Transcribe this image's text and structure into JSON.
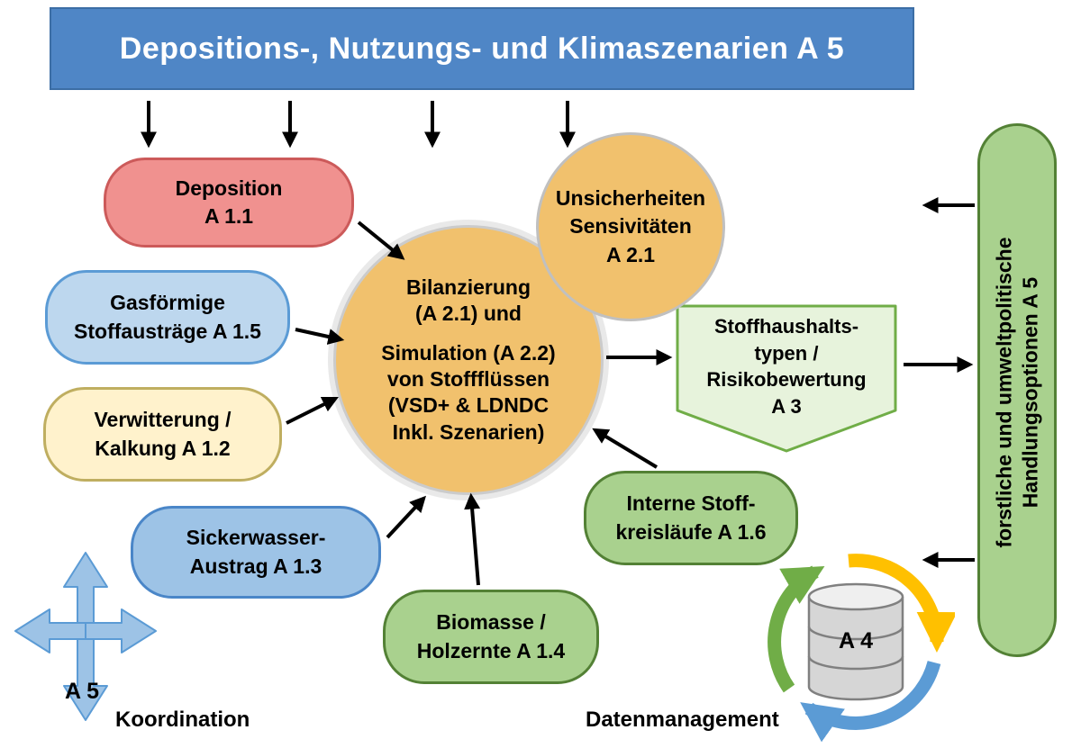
{
  "banner": {
    "title": "Depositions-, Nutzungs- und Klimaszenarien A 5"
  },
  "boxes": {
    "deposition": {
      "lines": [
        "Deposition",
        "A 1.1"
      ]
    },
    "gasfoermige": {
      "lines": [
        "Gasförmige",
        "Stoffausträge A 1.5"
      ]
    },
    "verwitterung": {
      "lines": [
        "Verwitterung /",
        "Kalkung A 1.2"
      ]
    },
    "sickerwasser": {
      "lines": [
        "Sickerwasser-",
        "Austrag A 1.3"
      ]
    },
    "biomasse": {
      "lines": [
        "Biomasse /",
        "Holzernte A 1.4"
      ]
    },
    "interne": {
      "lines": [
        "Interne Stoff-",
        "kreisläufe A 1.6"
      ]
    }
  },
  "central_circle": {
    "lines": [
      "Bilanzierung",
      "(A 2.1) und",
      "Simulation (A 2.2)",
      "von Stoffflüssen",
      "(VSD+ & LDNDC",
      "Inkl. Szenarien)"
    ]
  },
  "uncertainty_circle": {
    "lines": [
      "Unsicherheiten",
      "Sensivitäten",
      "A 2.1"
    ]
  },
  "pentagon": {
    "lines": [
      "Stoffhaushalts-",
      "typen /",
      "Risikobewertung",
      "A 3"
    ]
  },
  "capsule": {
    "lines": [
      "forstliche und umweltpolitische",
      "Handlungsoptionen A 5"
    ]
  },
  "koordination": {
    "badge": "A 5",
    "label": "Koordination"
  },
  "datenmanagement": {
    "badge": "A 4",
    "label": "Datenmanagement"
  },
  "colors": {
    "banner_blue": "#4f86c6",
    "deposition_red": "#f0918f",
    "light_blue": "#bdd7ee",
    "medium_blue": "#9dc3e6",
    "light_yellow": "#fff2cc",
    "green_fill": "#a9d18e",
    "green_border": "#538135",
    "orange_circle": "#f1c16d",
    "pentagon_fill": "#e7f3dc",
    "pentagon_border": "#70ad47",
    "arrow_black": "#000000",
    "recycle_green": "#70ad47",
    "recycle_yellow": "#ffc000",
    "recycle_blue": "#5b9bd5",
    "db_gray": "#d6d6d6"
  }
}
